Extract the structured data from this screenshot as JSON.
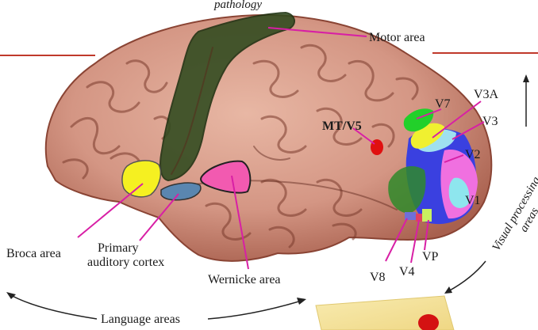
{
  "header": {
    "top_text": "pathology"
  },
  "labels": {
    "motor_area": "Motor area",
    "mt_v5": "MT/V5",
    "v3a": "V3A",
    "v7": "V7",
    "v3": "V3",
    "v2": "V2",
    "v1": "V1",
    "vp": "VP",
    "v4": "V4",
    "v8": "V8",
    "broca_area": "Broca area",
    "primary_auditory_cortex_line1": "Primary",
    "primary_auditory_cortex_line2": "auditory cortex",
    "wernicke_area": "Wernicke area",
    "language_areas": "Language areas",
    "visual_processing_areas_line1": "Visual processing",
    "visual_processing_areas_line2": "areas"
  },
  "colors": {
    "brain_base": "#d9a08c",
    "brain_shadow": "#b87260",
    "motor_strip": "#2f4a1e",
    "broca": "#f5f021",
    "auditory": "#5a86b0",
    "wernicke": "#f25ab0",
    "mt_v5": "#e01010",
    "leader": "#d81fa5",
    "v7": "#22d02a",
    "v3a": "#f0f030",
    "v3": "#9fe0f0",
    "v2": "#3a40e0",
    "v1": "#f070e0",
    "vp_v4": "#6f6fd8",
    "rule_line": "#c0392b",
    "sticky_note": "#f6e49a"
  }
}
